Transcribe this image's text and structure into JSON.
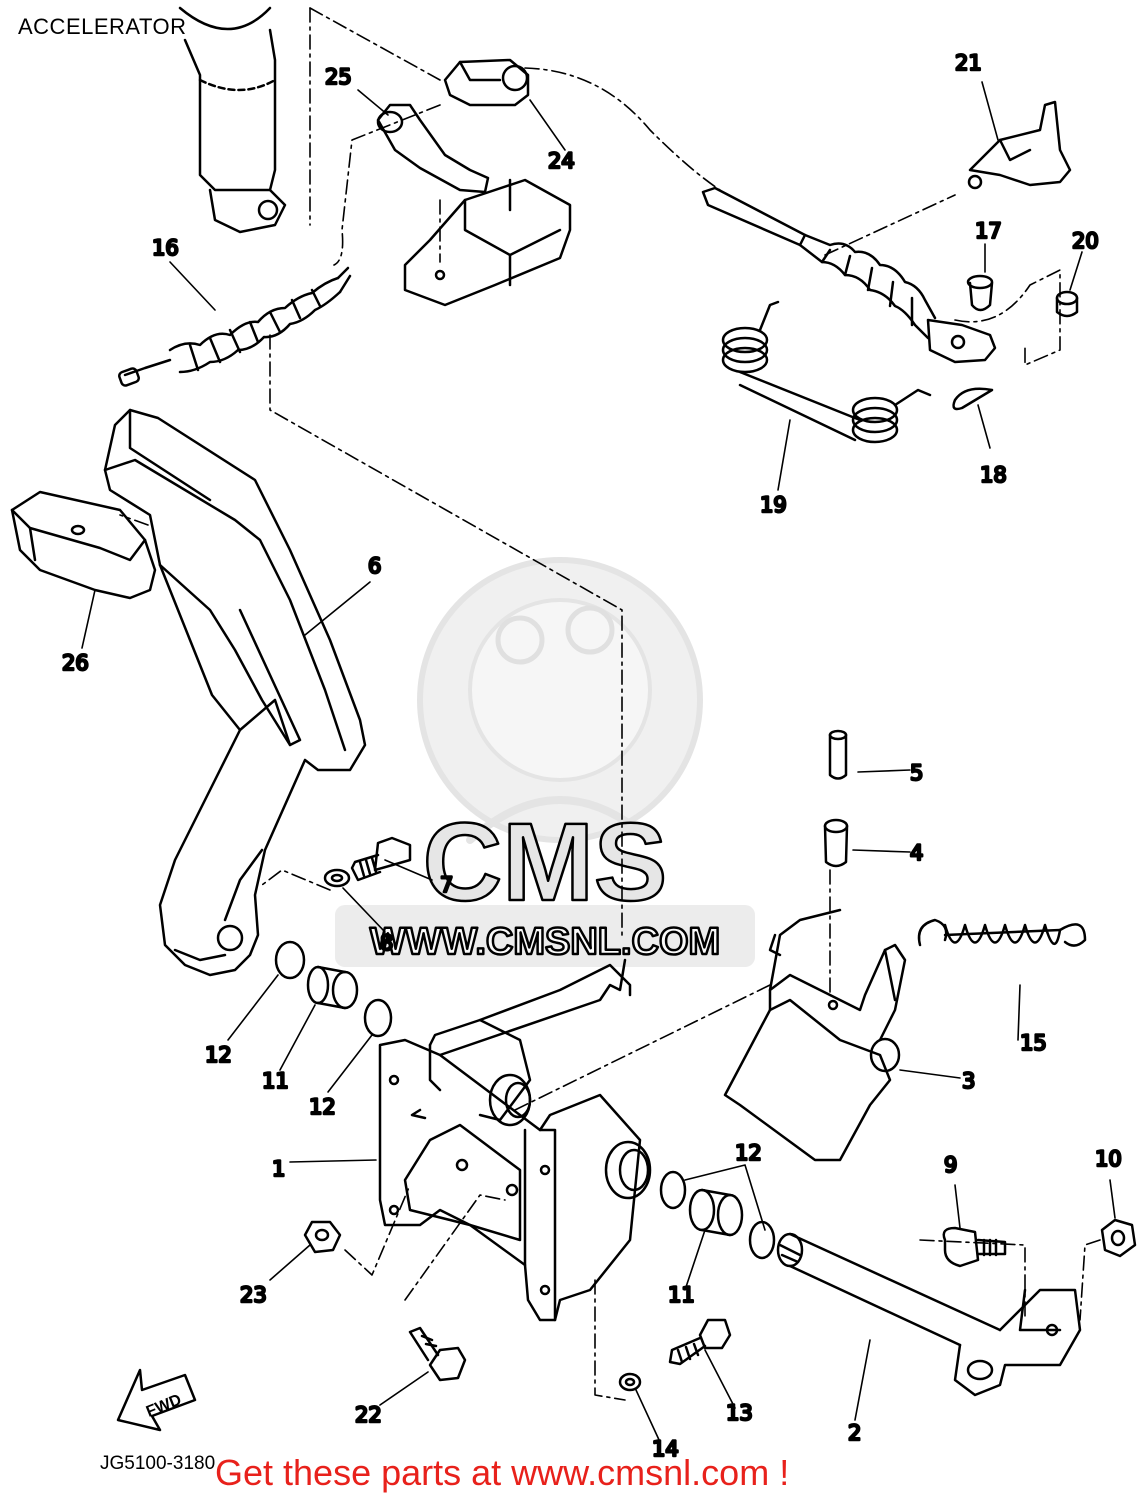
{
  "title": "ACCELERATOR",
  "diagram_code": "JG5100-3180",
  "footer_text": "Get these parts at www.cmsnl.com !",
  "watermark": {
    "brand": "CMS",
    "url": "WWW.CMSNL.COM"
  },
  "direction_badge": "FWD",
  "colors": {
    "line": "#000000",
    "footer": "#e8211b",
    "watermark": "#e6e6e6"
  },
  "part_labels": [
    "1",
    "2",
    "3",
    "4",
    "5",
    "6",
    "7",
    "8",
    "9",
    "10",
    "11",
    "11",
    "12",
    "12",
    "12",
    "12",
    "13",
    "14",
    "15",
    "16",
    "17",
    "18",
    "19",
    "20",
    "21",
    "22",
    "23",
    "24",
    "25",
    "26"
  ]
}
